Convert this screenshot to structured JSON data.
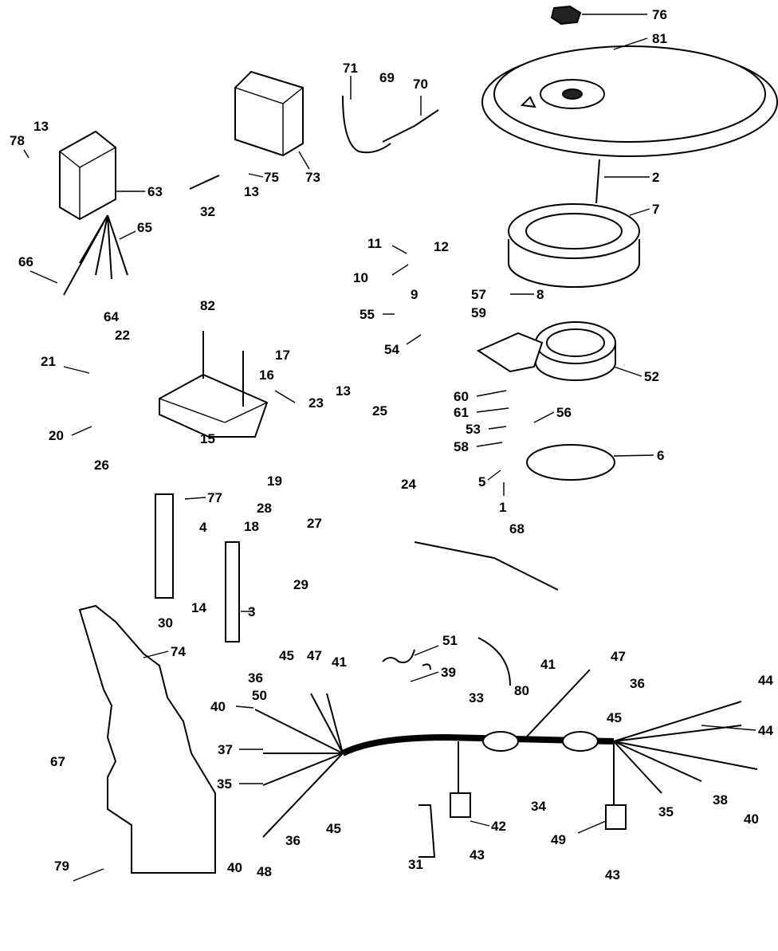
{
  "diagram": {
    "type": "exploded parts diagram",
    "part_labels": [
      "76",
      "81",
      "13",
      "78",
      "63",
      "65",
      "66",
      "64",
      "71",
      "69",
      "70",
      "73",
      "75",
      "13",
      "32",
      "2",
      "7",
      "11",
      "12",
      "10",
      "9",
      "8",
      "57",
      "59",
      "55",
      "54",
      "52",
      "82",
      "22",
      "21",
      "17",
      "16",
      "23",
      "13",
      "25",
      "60",
      "61",
      "53",
      "56",
      "58",
      "6",
      "5",
      "1",
      "20",
      "26",
      "15",
      "19",
      "24",
      "28",
      "18",
      "27",
      "77",
      "4",
      "68",
      "29",
      "14",
      "30",
      "3",
      "74",
      "51",
      "39",
      "80",
      "45",
      "47",
      "41",
      "36",
      "40",
      "50",
      "41",
      "47",
      "36",
      "45",
      "44",
      "44",
      "33",
      "37",
      "35",
      "67",
      "34",
      "35",
      "38",
      "40",
      "42",
      "36",
      "45",
      "49",
      "40",
      "48",
      "31",
      "43",
      "43",
      "79"
    ]
  }
}
